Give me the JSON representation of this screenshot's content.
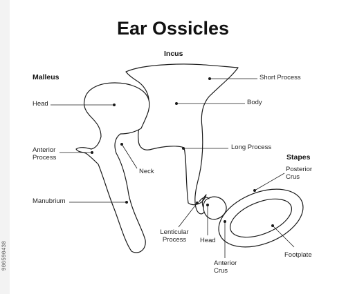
{
  "title": "Ear Ossicles",
  "groups": {
    "incus": "Incus",
    "malleus": "Malleus",
    "stapes": "Stapes"
  },
  "labels": {
    "short_process": "Short Process",
    "body": "Body",
    "long_process": "Long Process",
    "head_malleus": "Head",
    "anterior_process": "Anterior\nProcess",
    "neck": "Neck",
    "manubrium": "Manubrium",
    "lenticular_process": "Lenticular\nProcess",
    "head_stapes": "Head",
    "anterior_crus": "Anterior\nCrus",
    "posterior_crus": "Posterior\nCrus",
    "footplate": "Footplate"
  },
  "stock_id": "906590430",
  "colors": {
    "line": "#1a1a1a",
    "fill": "#ffffff"
  }
}
